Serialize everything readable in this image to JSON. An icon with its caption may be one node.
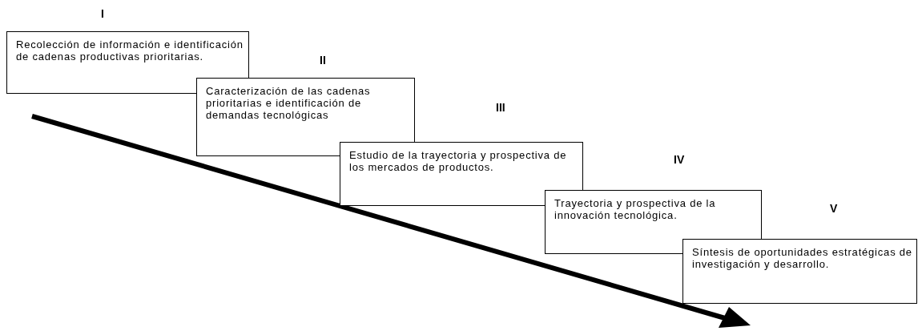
{
  "diagram": {
    "nodes": [
      {
        "text": [
          "Recolección de información e identificación de cadenas productivas prioritarias."
        ],
        "beside": [
          "I"
        ]
      },
      {
        "text": [
          "Caracterización de las cadenas prioritarias e identificación de demandas tecnológicas"
        ],
        "beside": [
          "II"
        ]
      },
      {
        "text": [
          "Estudio de la trayectoria y prospectiva de los mercados de productos."
        ],
        "beside": [
          "III"
        ]
      },
      {
        "text": [
          "Trayectoria y prospectiva de la innovación tecnológica."
        ],
        "beside": [
          "IV"
        ]
      },
      {
        "text": [
          "Síntesis de oportunidades estratégicas de investigación y desarrollo."
        ],
        "beside": [
          "V"
        ]
      }
    ]
  }
}
